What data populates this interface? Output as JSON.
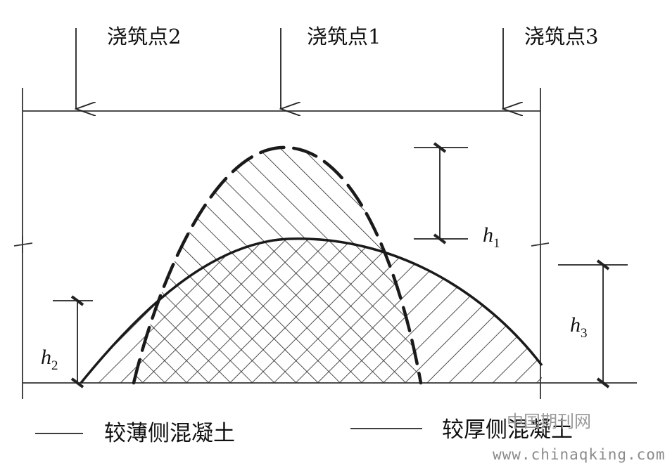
{
  "pour_points": [
    {
      "label": "浇筑点2"
    },
    {
      "label": "浇筑点1"
    },
    {
      "label": "浇筑点3"
    }
  ],
  "heights": {
    "h1": {
      "main": "h",
      "sub": "1"
    },
    "h2": {
      "main": "h",
      "sub": "2"
    },
    "h3": {
      "main": "h",
      "sub": "3"
    }
  },
  "legend": {
    "thin_side": "较薄侧混凝土",
    "thick_side": "较厚侧混凝土"
  },
  "watermark": {
    "cn": "中国期刊网",
    "url": "www.chinaqking.com"
  },
  "colors": {
    "line": "#1a1a1a",
    "watermark": "#9a9a9a"
  }
}
